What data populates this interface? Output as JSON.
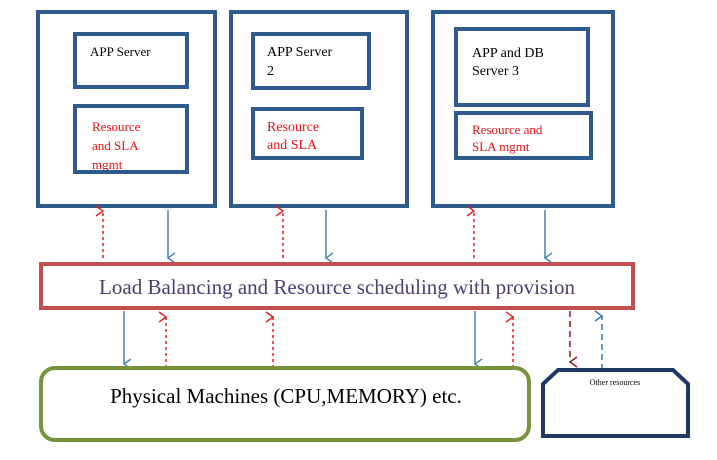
{
  "servers": [
    {
      "app_label": [
        "APP Server"
      ],
      "res_label": [
        "Resource",
        "and SLA",
        "mgmt"
      ]
    },
    {
      "app_label": [
        "APP Server",
        "2"
      ],
      "res_label": [
        "Resource",
        "and SLA"
      ]
    },
    {
      "app_label": [
        "APP and DB",
        "Server 3"
      ],
      "res_label": [
        "Resource and",
        "SLA mgmt"
      ]
    }
  ],
  "load_balancer": {
    "label": "Load Balancing and Resource scheduling with provision"
  },
  "physical": {
    "label": "Physical Machines (CPU,MEMORY) etc."
  },
  "other": {
    "label": "Other resources"
  },
  "colors": {
    "server_border": "#2f5a8c",
    "lb_border": "#c0504d",
    "lb_text": "#4b3f72",
    "physical_border": "#77933c",
    "other_border": "#1f3864",
    "resource_text": "#e81010",
    "arrow_blue": "#4a7ebb",
    "arrow_red": "#e02020",
    "arrow_darkred": "#8b1a1a",
    "arrow_dash_blue": "#2e75b6"
  }
}
